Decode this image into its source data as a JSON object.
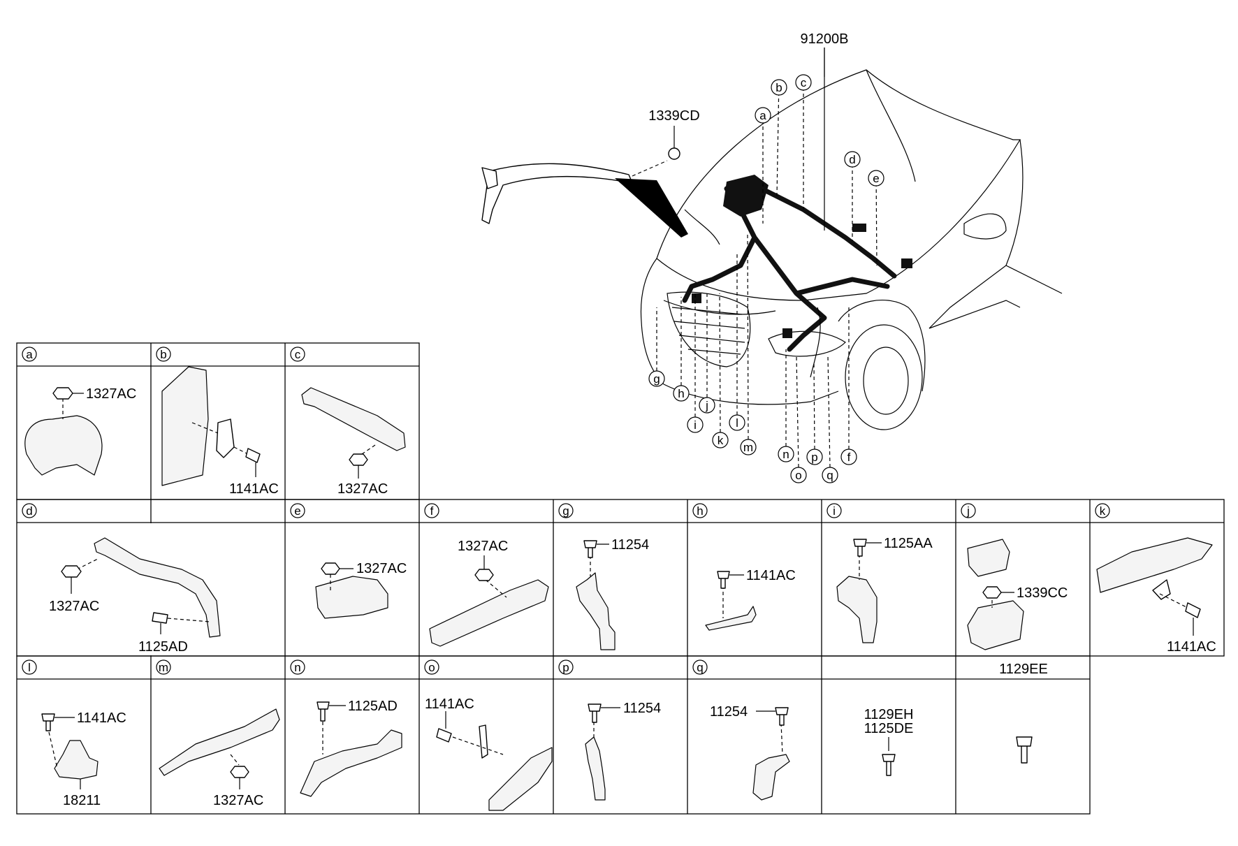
{
  "main_assembly": {
    "part_number": "91200B",
    "callouts": [
      "a",
      "b",
      "c",
      "d",
      "e",
      "f",
      "g",
      "h",
      "i",
      "j",
      "k",
      "l",
      "m",
      "n",
      "o",
      "p",
      "q"
    ],
    "battery_cable_part": "1339CD"
  },
  "panels": {
    "a": {
      "letter": "a",
      "parts": [
        "1327AC"
      ]
    },
    "b": {
      "letter": "b",
      "parts": [
        "1141AC"
      ]
    },
    "c": {
      "letter": "c",
      "parts": [
        "1327AC"
      ]
    },
    "d": {
      "letter": "d",
      "parts": [
        "1327AC",
        "1125AD"
      ]
    },
    "e": {
      "letter": "e",
      "parts": [
        "1327AC"
      ]
    },
    "f": {
      "letter": "f",
      "parts": [
        "1327AC"
      ]
    },
    "g": {
      "letter": "g",
      "parts": [
        "11254"
      ]
    },
    "h": {
      "letter": "h",
      "parts": [
        "1141AC"
      ]
    },
    "i": {
      "letter": "i",
      "parts": [
        "1125AA"
      ]
    },
    "j": {
      "letter": "j",
      "parts": [
        "1339CC"
      ]
    },
    "k": {
      "letter": "k",
      "parts": [
        "1141AC"
      ]
    },
    "l": {
      "letter": "l",
      "parts": [
        "1141AC",
        "18211"
      ]
    },
    "m": {
      "letter": "m",
      "parts": [
        "1327AC"
      ]
    },
    "n": {
      "letter": "n",
      "parts": [
        "1125AD"
      ]
    },
    "o": {
      "letter": "o",
      "parts": [
        "1141AC"
      ]
    },
    "p": {
      "letter": "p",
      "parts": [
        "11254"
      ]
    },
    "q": {
      "letter": "q",
      "parts": [
        "11254"
      ]
    },
    "r": {
      "parts": [
        "1129EH",
        "1125DE"
      ]
    },
    "s": {
      "header": "1129EE"
    }
  }
}
